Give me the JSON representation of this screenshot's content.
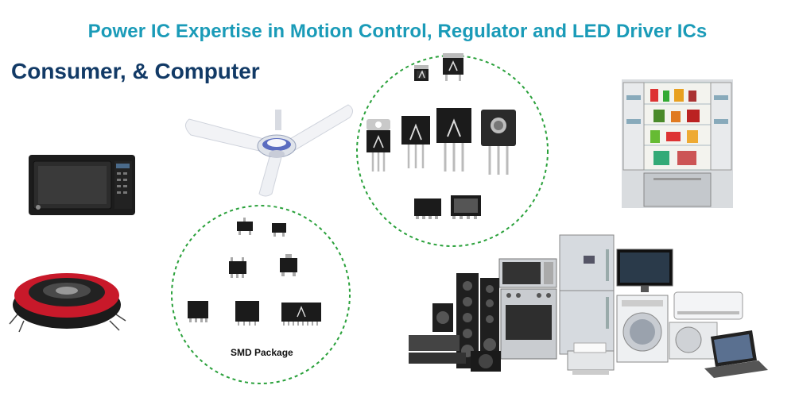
{
  "header": {
    "title": "Power IC Expertise in Motion Control, Regulator and LED Driver ICs",
    "subtitle": "Consumer, & Computer"
  },
  "smd_group": {
    "label": "SMD Package"
  },
  "colors": {
    "title": "#1a9bb8",
    "subtitle": "#123a66",
    "dashed_circle": "#2aa13b"
  }
}
